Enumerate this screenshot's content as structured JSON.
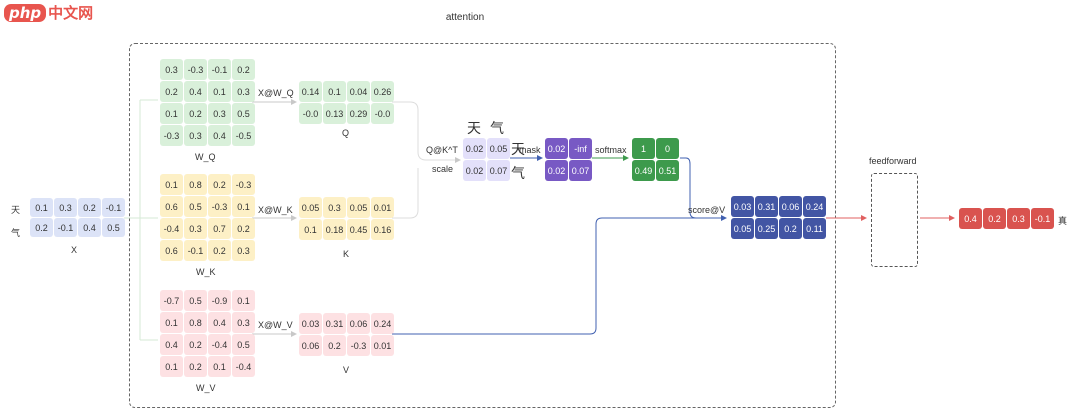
{
  "watermark": {
    "php": "php",
    "cn": "中文网"
  },
  "title": "attention",
  "colors": {
    "green": "#d9f0da",
    "yellow": "#fdf0c6",
    "pink": "#fde1e3",
    "blue": "#dce3f7",
    "lavender": "#e3e0fa",
    "purple": "#7859c4",
    "darkgreen": "#3d9a4c",
    "navy": "#4255a4",
    "red": "#d9534f",
    "line_gray": "#d0d0d0",
    "line_blue": "#4060b0",
    "line_red": "#e06060"
  },
  "input": {
    "row_labels": [
      "天",
      "气"
    ],
    "values": [
      [
        "0.1",
        "0.3",
        "0.2",
        "-0.1"
      ],
      [
        "0.2",
        "-0.1",
        "0.4",
        "0.5"
      ]
    ],
    "label": "X"
  },
  "weights": {
    "wq": {
      "values": [
        [
          "0.3",
          "-0.3",
          "-0.1",
          "0.2"
        ],
        [
          "0.2",
          "0.4",
          "0.1",
          "0.3"
        ],
        [
          "0.1",
          "0.2",
          "0.3",
          "0.5"
        ],
        [
          "-0.3",
          "0.3",
          "0.4",
          "-0.5"
        ]
      ],
      "label": "W_Q"
    },
    "wk": {
      "values": [
        [
          "0.1",
          "0.8",
          "0.2",
          "-0.3"
        ],
        [
          "0.6",
          "0.5",
          "-0.3",
          "0.1"
        ],
        [
          "-0.4",
          "0.3",
          "0.7",
          "0.2"
        ],
        [
          "0.6",
          "-0.1",
          "0.2",
          "0.3"
        ]
      ],
      "label": "W_K"
    },
    "wv": {
      "values": [
        [
          "-0.7",
          "0.5",
          "-0.9",
          "0.1"
        ],
        [
          "0.1",
          "0.8",
          "0.4",
          "0.3"
        ],
        [
          "0.4",
          "0.2",
          "-0.4",
          "0.5"
        ],
        [
          "0.1",
          "0.2",
          "0.1",
          "-0.4"
        ]
      ],
      "label": "W_V"
    }
  },
  "ops": {
    "xwq": "X@W_Q",
    "xwk": "X@W_K",
    "xwv": "X@W_V",
    "qk": "Q@K^T",
    "scale": "scale",
    "mask": "mask",
    "softmax": "softmax",
    "score_v": "score@V",
    "feedforward": "feedforward"
  },
  "projections": {
    "q": {
      "values": [
        [
          "0.14",
          "0.1",
          "0.04",
          "0.26"
        ],
        [
          "-0.0",
          "0.13",
          "0.29",
          "-0.0"
        ]
      ],
      "label": "Q"
    },
    "k": {
      "values": [
        [
          "0.05",
          "0.3",
          "0.05",
          "0.01"
        ],
        [
          "0.1",
          "0.18",
          "0.45",
          "0.16"
        ]
      ],
      "label": "K"
    },
    "v": {
      "values": [
        [
          "0.03",
          "0.31",
          "0.06",
          "0.24"
        ],
        [
          "0.06",
          "0.2",
          "-0.3",
          "0.01"
        ]
      ],
      "label": "V"
    }
  },
  "scores": {
    "col_labels": [
      "天",
      "气"
    ],
    "row_labels": [
      "天",
      "气"
    ],
    "values": [
      [
        "0.02",
        "0.05"
      ],
      [
        "0.02",
        "0.07"
      ]
    ]
  },
  "masked": {
    "values": [
      [
        "0.02",
        "-inf"
      ],
      [
        "0.02",
        "0.07"
      ]
    ]
  },
  "softmaxed": {
    "values": [
      [
        "1",
        "0"
      ],
      [
        "0.49",
        "0.51"
      ]
    ]
  },
  "attn_out": {
    "values": [
      [
        "0.03",
        "0.31",
        "0.06",
        "0.24"
      ],
      [
        "0.05",
        "0.25",
        "0.2",
        "0.11"
      ]
    ]
  },
  "output": {
    "values": [
      [
        "0.4",
        "0.2",
        "0.3",
        "-0.1"
      ]
    ],
    "token": "真"
  }
}
